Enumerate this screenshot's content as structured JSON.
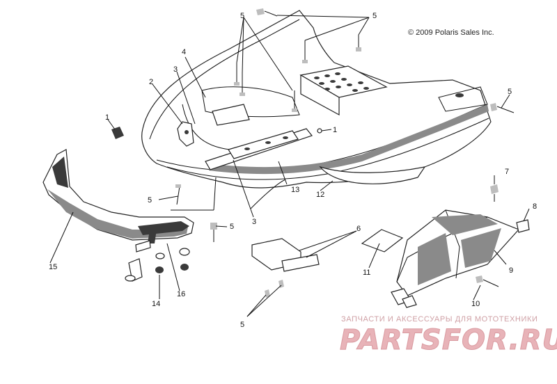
{
  "copyright": "© 2009 Polaris Sales Inc.",
  "watermark": {
    "tagline": "ЗАПЧАСТИ И АКСЕССУАРЫ ДЛЯ МОТОТЕХНИКИ",
    "logo": "PARTSFOR.RU"
  },
  "callouts": [
    {
      "id": "c1a",
      "label": "1"
    },
    {
      "id": "c1b",
      "label": "1"
    },
    {
      "id": "c2",
      "label": "2"
    },
    {
      "id": "c3a",
      "label": "3"
    },
    {
      "id": "c3b",
      "label": "3"
    },
    {
      "id": "c4",
      "label": "4"
    },
    {
      "id": "c5a",
      "label": "5"
    },
    {
      "id": "c5b",
      "label": "5"
    },
    {
      "id": "c5c",
      "label": "5"
    },
    {
      "id": "c5d",
      "label": "5"
    },
    {
      "id": "c5e",
      "label": "5"
    },
    {
      "id": "c5f",
      "label": "5"
    },
    {
      "id": "c6",
      "label": "6"
    },
    {
      "id": "c7",
      "label": "7"
    },
    {
      "id": "c8",
      "label": "8"
    },
    {
      "id": "c9",
      "label": "9"
    },
    {
      "id": "c10",
      "label": "10"
    },
    {
      "id": "c11",
      "label": "11"
    },
    {
      "id": "c12",
      "label": "12"
    },
    {
      "id": "c13",
      "label": "13"
    },
    {
      "id": "c14",
      "label": "14"
    },
    {
      "id": "c15",
      "label": "15"
    },
    {
      "id": "c16",
      "label": "16"
    }
  ]
}
